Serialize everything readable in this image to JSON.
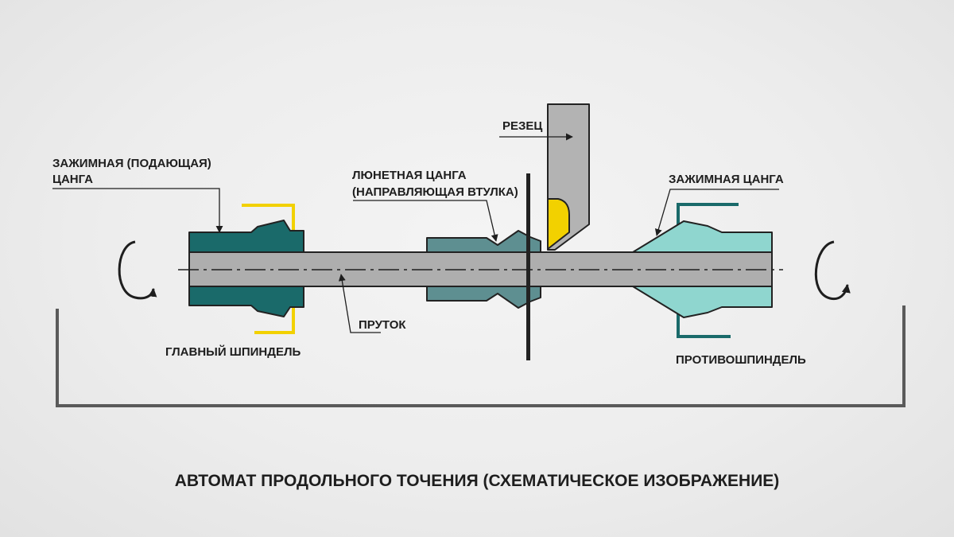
{
  "diagram": {
    "title": "АВТОМАТ ПРОДОЛЬНОГО ТОЧЕНИЯ (СХЕМАТИЧЕСКОЕ ИЗОБРАЖЕНИЕ)",
    "labels": {
      "feed_collet_line1": "ЗАЖИМНАЯ (ПОДАЮЩАЯ)",
      "feed_collet_line2": "ЦАНГА",
      "main_spindle": "ГЛАВНЫЙ ШПИНДЕЛЬ",
      "bar": "ПРУТОК",
      "guide_collet_line1": "ЛЮНЕТНАЯ ЦАНГА",
      "guide_collet_line2": "(НАПРАВЛЯЮЩАЯ ВТУЛКА)",
      "cutter": "РЕЗЕЦ",
      "clamp_collet": "ЗАЖИМНАЯ ЦАНГА",
      "counter_spindle": "ПРОТИВОШПИНДЕЛЬ"
    },
    "colors": {
      "main_collet": "#1a6a6a",
      "guide_collet": "#5e8f91",
      "counter_collet": "#8fd6cf",
      "bar": "#aeaeae",
      "insert": "#f2d100",
      "cutter": "#b3b3b3",
      "frame": "#5a5a5a",
      "outline": "#222222"
    }
  }
}
